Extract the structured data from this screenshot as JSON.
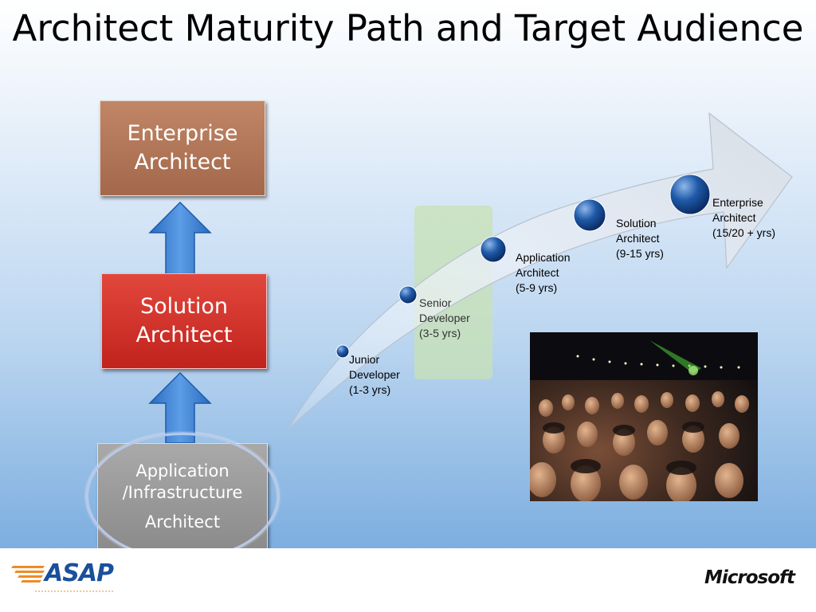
{
  "slide": {
    "title": "Architect Maturity Path and Target Audience"
  },
  "ladder": {
    "enterprise_label": "Enterprise Architect",
    "solution_label": "Solution Architect",
    "app_label_line1": "Application /Infrastructure",
    "app_label_line2": "Architect"
  },
  "path": {
    "steps": [
      {
        "line1": "Junior",
        "line2": "Developer",
        "line3": "(1-3 yrs)"
      },
      {
        "line1": "Senior",
        "line2": "Developer",
        "line3": "(3-5 yrs)"
      },
      {
        "line1": "Application",
        "line2": "Architect",
        "line3": "(5-9 yrs)"
      },
      {
        "line1": "Solution",
        "line2": "Architect",
        "line3": "(9-15 yrs)"
      },
      {
        "line1": "Enterprise",
        "line2": "Architect",
        "line3": "(15/20 + yrs)"
      }
    ]
  },
  "footer": {
    "asap_logo": "ASAP",
    "microsoft_logo": "Microsoft"
  },
  "colors": {
    "enterprise_box": "#a86d4f",
    "solution_box": "#d1332a",
    "app_box": "#9a9a9a",
    "up_arrow": "#3a7fd0",
    "highlight": "#c8e2b4"
  }
}
